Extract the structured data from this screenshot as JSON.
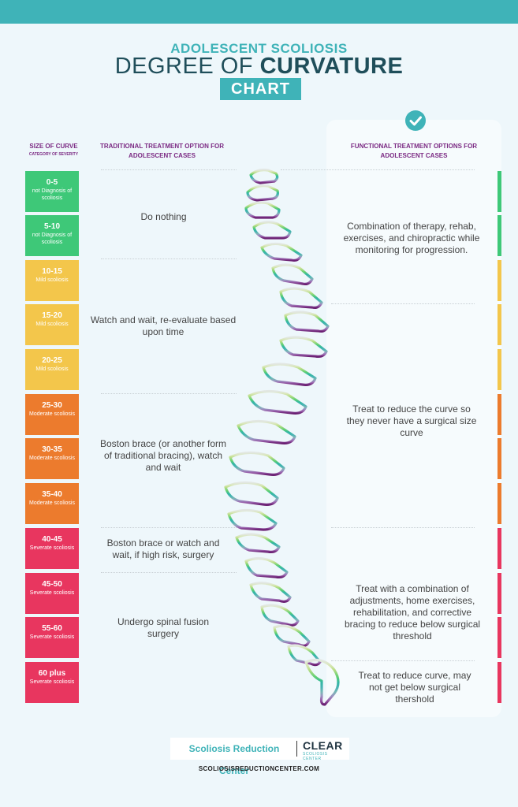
{
  "title": {
    "subtitle": "ADOLESCENT SCOLIOSIS",
    "main_prefix": "DEGREE OF ",
    "main_bold": "CURVATURE",
    "badge": "CHART"
  },
  "headers": {
    "size_curve": "SIZE OF CURVE",
    "size_curve_sub": "CATEGORY OF SEVERITY",
    "traditional": "TRADITIONAL TREATMENT OPTION FOR ADOLESCENT CASES",
    "functional": "FUNCTIONAL TREATMENT OPTIONS FOR ADOLESCENT CASES"
  },
  "categories": [
    {
      "range": "0-5",
      "severity": "not Diagnosis of scoliosis"
    },
    {
      "range": "5-10",
      "severity": "not Diagnosis of scoliosis"
    },
    {
      "range": "10-15",
      "severity": "Mild scoliosis"
    },
    {
      "range": "15-20",
      "severity": "Mild scoliosis"
    },
    {
      "range": "20-25",
      "severity": "Mild scoliosis"
    },
    {
      "range": "25-30",
      "severity": "Moderate scoliosis"
    },
    {
      "range": "30-35",
      "severity": "Moderate scoliosis"
    },
    {
      "range": "35-40",
      "severity": "Moderate scoliosis"
    },
    {
      "range": "40-45",
      "severity": "Severate scoliosis"
    },
    {
      "range": "45-50",
      "severity": "Severate scoliosis"
    },
    {
      "range": "55-60",
      "severity": "Severate scoliosis"
    },
    {
      "range": "60 plus",
      "severity": "Severate scoliosis"
    }
  ],
  "traditional": [
    "Do nothing",
    "Watch and wait, re-evaluate based upon time",
    "Boston brace (or another form of traditional bracing), watch and wait",
    "Boston brace or watch and wait, if high risk, surgery",
    "Undergo spinal fusion surgery"
  ],
  "functional": [
    "Combination of therapy, rehab, exercises, and chiropractic while monitoring for progression.",
    "Treat to reduce the curve so they never have a surgical size curve",
    "Treat with a combination of adjustments, home exercises, rehabilitation, and corrective bracing to reduce below surgical threshold",
    "Treat to reduce curve, may not get below surgical thershold"
  ],
  "colors": {
    "teal": "#3fb3b8",
    "green": "#3ec878",
    "yellow": "#f3c64b",
    "orange": "#ec7b2d",
    "red": "#e8365f",
    "purple": "#7b2a83"
  },
  "icons": [
    "check-icon",
    "spine-illustration"
  ],
  "footer": {
    "brand": "Scoliosis Reduction Center",
    "clear": "CLEAR",
    "clear_sub": "SCOLIOSIS CENTER",
    "url": "SCOLIOSISREDUCTIONCENTER.COM"
  }
}
